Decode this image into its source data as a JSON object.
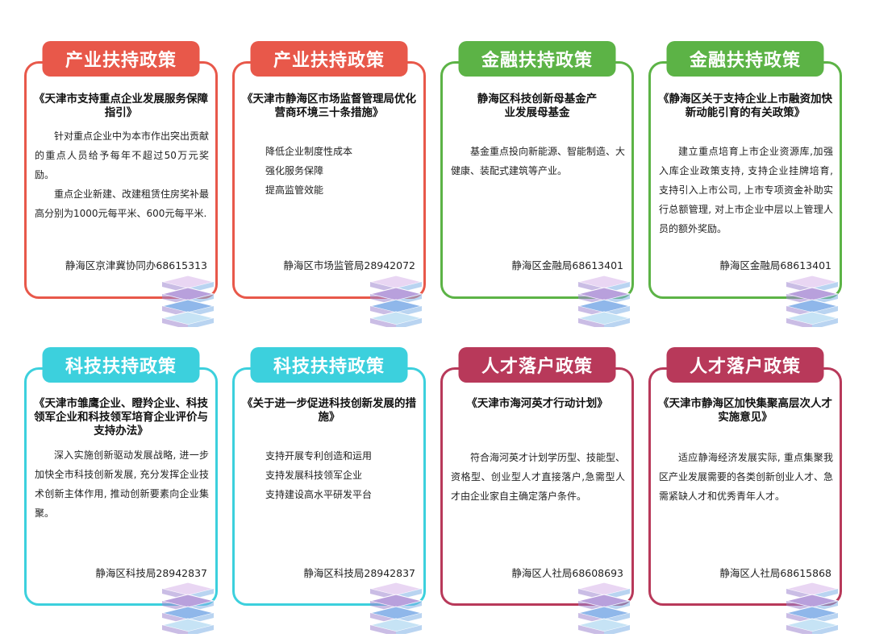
{
  "colors": {
    "industry": "#e8584a",
    "finance": "#5cb346",
    "tech": "#3cd0dd",
    "talent": "#b8395a"
  },
  "cards": [
    {
      "banner": "产业扶持政策",
      "doc_title": "《天津市支持重点企业发展服务保障指引》",
      "paragraphs": [
        "针对重点企业中为本市作出突出贡献的重点人员给予每年不超过50万元奖励。",
        "重点企业新建、改建租赁住房奖补最高分别为1000元每平米、600元每平米."
      ],
      "contact": "静海区京津冀协同办68615313",
      "icon": "book-stack-icon"
    },
    {
      "banner": "产业扶持政策",
      "doc_title": "《天津市静海区市场监督管理局优化营商环境三十条措施》",
      "bullets": [
        "降低企业制度性成本",
        "强化服务保障",
        "提高监管效能"
      ],
      "contact": "静海区市场监管局28942072",
      "icon": "book-stack-icon"
    },
    {
      "banner": "金融扶持政策",
      "doc_title": "静海区科技创新母基金产业发展母基金",
      "paragraphs": [
        "基金重点投向新能源、智能制造、大健康、装配式建筑等产业。"
      ],
      "contact": "静海区金融局68613401",
      "icon": "book-stack-icon"
    },
    {
      "banner": "金融扶持政策",
      "doc_title": "《静海区关于支持企业上市融资加快新动能引育的有关政策》",
      "paragraphs": [
        "建立重点培育上市企业资源库,加强入库企业政策支持, 支持企业挂牌培育, 支持引入上市公司, 上市专项资金补助实行总额管理, 对上市企业中层以上管理人员的额外奖励。"
      ],
      "contact": "静海区金融局68613401",
      "icon": "book-stack-icon"
    },
    {
      "banner": "科技扶持政策",
      "doc_title": "《天津市雏鹰企业、瞪羚企业、科技领军企业和科技领军培育企业评价与支持办法》",
      "paragraphs": [
        "深入实施创新驱动发展战略, 进一步加快全市科技创新发展, 充分发挥企业技术创新主体作用, 推动创新要素向企业集聚。"
      ],
      "contact": "静海区科技局28942837",
      "icon": "book-stack-icon"
    },
    {
      "banner": "科技扶持政策",
      "doc_title": "《关于进一步促进科技创新发展的措施》",
      "bullets": [
        "支持开展专利创造和运用",
        "支持发展科技领军企业",
        "支持建设高水平研发平台"
      ],
      "contact": "静海区科技局28942837",
      "icon": "book-stack-icon"
    },
    {
      "banner": "人才落户政策",
      "doc_title": "《天津市海河英才行动计划》",
      "paragraphs": [
        "符合海河英才计划学历型、技能型、资格型、创业型人才直接落户,急需型人才由企业家自主确定落户条件。"
      ],
      "contact": "静海区人社局68608693",
      "icon": "book-stack-icon"
    },
    {
      "banner": "人才落户政策",
      "doc_title": "《天津市静海区加快集聚高层次人才实施意见》",
      "paragraphs": [
        "适应静海经济发展实际, 重点集聚我区产业发展需要的各类创新创业人才、急需紧缺人才和优秀青年人才。"
      ],
      "contact": "静海区人社局68615868",
      "icon": "book-stack-icon"
    }
  ]
}
